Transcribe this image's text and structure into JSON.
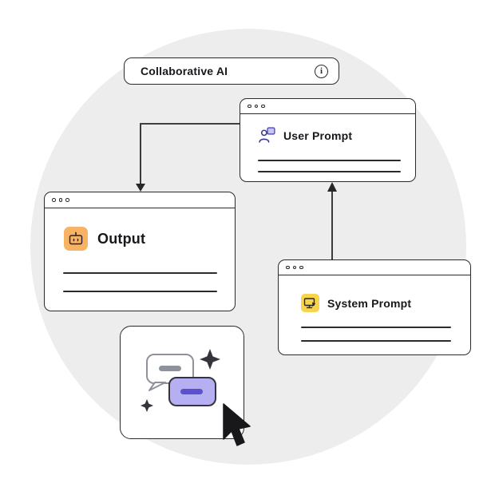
{
  "scene": {
    "title": "Collaborative AI"
  },
  "windows": {
    "user_prompt": {
      "label": "User Prompt",
      "icon": "user-chat-icon"
    },
    "output": {
      "label": "Output",
      "icon": "robot-chat-icon"
    },
    "system_prompt": {
      "label": "System Prompt",
      "icon": "monitor-cursor-icon"
    }
  },
  "icons": {
    "info_glyph": "i",
    "info": "info-circle-icon",
    "sparkle": "sparkle-icon",
    "cursor": "cursor-pointer-icon"
  },
  "colors": {
    "circle_bg": "#ededed",
    "window_border": "#2b2b2e",
    "user_prompt_accent": "#c9c5f7",
    "output_accent": "#f8b264",
    "system_prompt_accent": "#f6d44d",
    "bubble_purple_fill": "#b6aff2",
    "bubble_purple_dash": "#5a52cc",
    "bubble_gray": "#8e939b",
    "arrow": "#27272a"
  }
}
